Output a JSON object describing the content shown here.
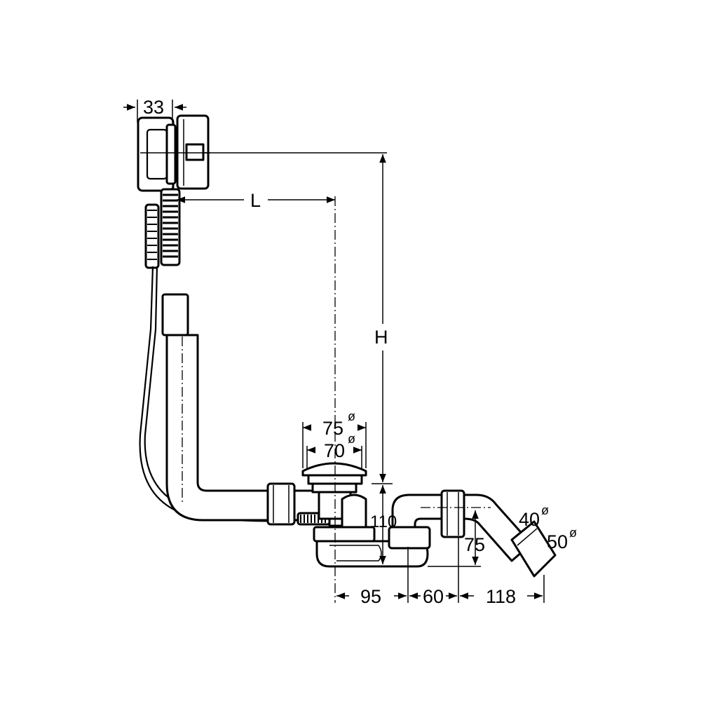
{
  "dimensions": {
    "d33": "33",
    "dL": "L",
    "dH": "H",
    "d75dia": "75",
    "d70dia": "70",
    "d110": "110",
    "d75": "75",
    "d95": "95",
    "d60": "60",
    "d118": "118",
    "d40dia": "40",
    "d50dia": "50",
    "dia_symbol": "ø"
  }
}
